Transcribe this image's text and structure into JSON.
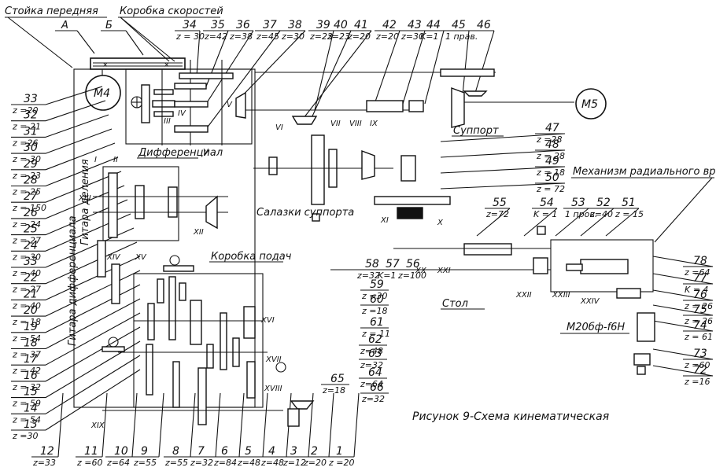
{
  "title_labels": {
    "front_column": "Стойка передняя",
    "speed_box": "Коробка скоростей",
    "differential": "Дифференциал",
    "feed_box": "Коробка подач",
    "support": "Суппорт",
    "support_slide": "Салазки суппорта",
    "radial_infeed": "Механизм радиального врезания",
    "table": "Стол",
    "division_guitar": "Гитара деления",
    "differential_guitar": "Гитара дифференциала",
    "hydro_cylinder": "М20бф-f6H",
    "caption": "Рисунок 9-Схема кинематическая",
    "point_a": "А",
    "point_b": "Б"
  },
  "motors": [
    {
      "id": "motor-m4",
      "label": "М4"
    },
    {
      "id": "motor-m5",
      "label": "М5"
    }
  ],
  "shafts": [
    "I",
    "II",
    "III",
    "IV",
    "V",
    "VI",
    "VII",
    "VIII",
    "IX",
    "X",
    "XI",
    "XII",
    "XIII",
    "XIV",
    "XV",
    "XVI",
    "XVII",
    "XVIII",
    "XIX",
    "XX",
    "XXI",
    "XXII",
    "XXIII",
    "XXIV"
  ],
  "top_gears": [
    {
      "n": "34",
      "z": "z = 30"
    },
    {
      "n": "35",
      "z": "z=42"
    },
    {
      "n": "36",
      "z": "z=38"
    },
    {
      "n": "37",
      "z": "z=45"
    },
    {
      "n": "38",
      "z": "z=30"
    },
    {
      "n": "39",
      "z": "z=23"
    },
    {
      "n": "40",
      "z": "z=23"
    },
    {
      "n": "41",
      "z": "z=20"
    },
    {
      "n": "42",
      "z": "z=20"
    },
    {
      "n": "43",
      "z": "z=30"
    },
    {
      "n": "44",
      "z": "K=1"
    },
    {
      "n": "45",
      "z": "1 прав."
    },
    {
      "n": "46",
      "z": ""
    }
  ],
  "left_gears": [
    {
      "n": "33",
      "z": "z =20"
    },
    {
      "n": "32",
      "z": "z = 21"
    },
    {
      "n": "31",
      "z": "z =26"
    },
    {
      "n": "30",
      "z": "z = 30"
    },
    {
      "n": "29",
      "z": "z = 23"
    },
    {
      "n": "28",
      "z": "z = 25"
    },
    {
      "n": "27",
      "z": "z = 150"
    },
    {
      "n": "26",
      "z": "z = 24"
    },
    {
      "n": "25",
      "z": "z = 27"
    },
    {
      "n": "24",
      "z": "z = 30"
    },
    {
      "n": "33",
      "z": "z = 40"
    },
    {
      "n": "22",
      "z": "z = 27"
    },
    {
      "n": "21",
      "z": "z = 40"
    },
    {
      "n": "20",
      "z": "z = 18"
    },
    {
      "n": "19",
      "z": "z = 54"
    },
    {
      "n": "18",
      "z": "z = 37"
    },
    {
      "n": "17",
      "z": "z = 42"
    },
    {
      "n": "16",
      "z": "z = 32"
    },
    {
      "n": "15",
      "z": "z = 59"
    },
    {
      "n": "14",
      "z": "z = 54"
    },
    {
      "n": "13",
      "z": "z =30"
    }
  ],
  "bottom_gears": [
    {
      "n": "12",
      "z": "z=33"
    },
    {
      "n": "11",
      "z": "z =60"
    },
    {
      "n": "10",
      "z": "z=64"
    },
    {
      "n": "9",
      "z": "z=55"
    },
    {
      "n": "8",
      "z": "z=55"
    },
    {
      "n": "7",
      "z": "z=32"
    },
    {
      "n": "6",
      "z": "z=84"
    },
    {
      "n": "5",
      "z": "z=48"
    },
    {
      "n": "4",
      "z": "z=48"
    },
    {
      "n": "3",
      "z": "z=12"
    },
    {
      "n": "2",
      "z": "z=20"
    },
    {
      "n": "1",
      "z": "z =20"
    }
  ],
  "mid_gears": [
    {
      "n": "58",
      "z": "z=32"
    },
    {
      "n": "57",
      "z": "K=1"
    },
    {
      "n": "56",
      "z": "z=100"
    },
    {
      "n": "59",
      "z": "z =30"
    },
    {
      "n": "60",
      "z": "z =18"
    },
    {
      "n": "61",
      "z": "z = 11"
    },
    {
      "n": "62",
      "z": "z=48"
    },
    {
      "n": "63",
      "z": "z=32"
    },
    {
      "n": "64",
      "z": "z=64"
    },
    {
      "n": "65",
      "z": "z=18"
    },
    {
      "n": "66",
      "z": "z=32"
    }
  ],
  "support_gears": [
    {
      "n": "47",
      "z": "z =28"
    },
    {
      "n": "48",
      "z": "z = 28"
    },
    {
      "n": "49",
      "z": "z = 18"
    },
    {
      "n": "50",
      "z": "z = 72"
    }
  ],
  "radial_gears": [
    {
      "n": "55",
      "z": "z=72"
    },
    {
      "n": "54",
      "z": "K = 1"
    },
    {
      "n": "53",
      "z": "1 пров."
    },
    {
      "n": "52",
      "z": "z=40"
    },
    {
      "n": "51",
      "z": "z = 15"
    }
  ],
  "right_gears": [
    {
      "n": "78",
      "z": "z =64"
    },
    {
      "n": "77",
      "z": "K = 4"
    },
    {
      "n": "76",
      "z": "z = 26"
    },
    {
      "n": "75",
      "z": "z = 26"
    },
    {
      "n": "74",
      "z": "z = 61"
    },
    {
      "n": "73",
      "z": "z =60"
    },
    {
      "n": "72",
      "z": "z =16"
    }
  ],
  "colors": {
    "ink": "#111111",
    "paper": "#ffffff"
  }
}
